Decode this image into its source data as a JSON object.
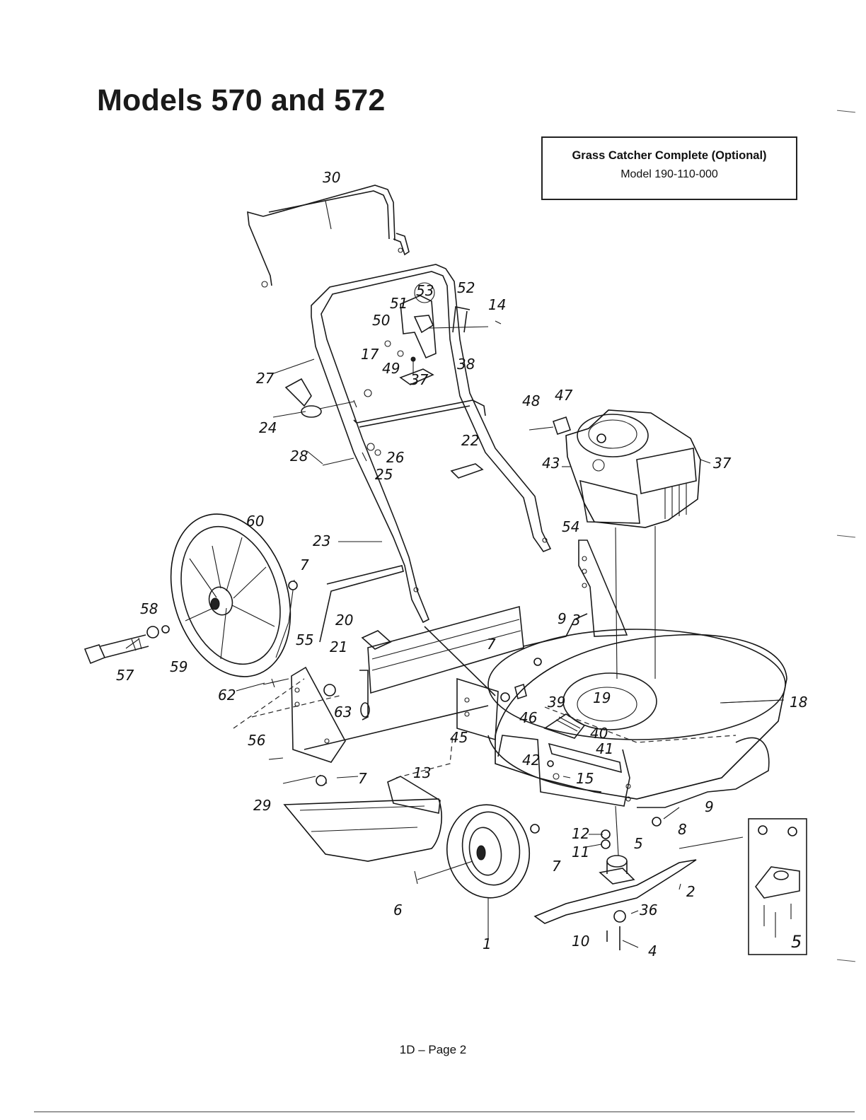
{
  "page": {
    "title": "Models 570 and 572",
    "notice_heading": "Grass Catcher Complete (Optional)",
    "notice_model": "Model 190-110-000",
    "footer": "1D – Page 2"
  },
  "callouts": [
    "30",
    "53",
    "52",
    "51",
    "50",
    "14",
    "17",
    "49",
    "37",
    "38",
    "27",
    "24",
    "26",
    "28",
    "25",
    "22",
    "48",
    "47",
    "43",
    "37",
    "60",
    "23",
    "54",
    "7",
    "58",
    "20",
    "9",
    "3",
    "57",
    "59",
    "55",
    "21",
    "7",
    "62",
    "63",
    "19",
    "18",
    "39",
    "46",
    "45",
    "40",
    "41",
    "56",
    "42",
    "15",
    "7",
    "13",
    "29",
    "9",
    "8",
    "12",
    "11",
    "5",
    "2",
    "7",
    "36",
    "6",
    "10",
    "4",
    "1",
    "5"
  ]
}
